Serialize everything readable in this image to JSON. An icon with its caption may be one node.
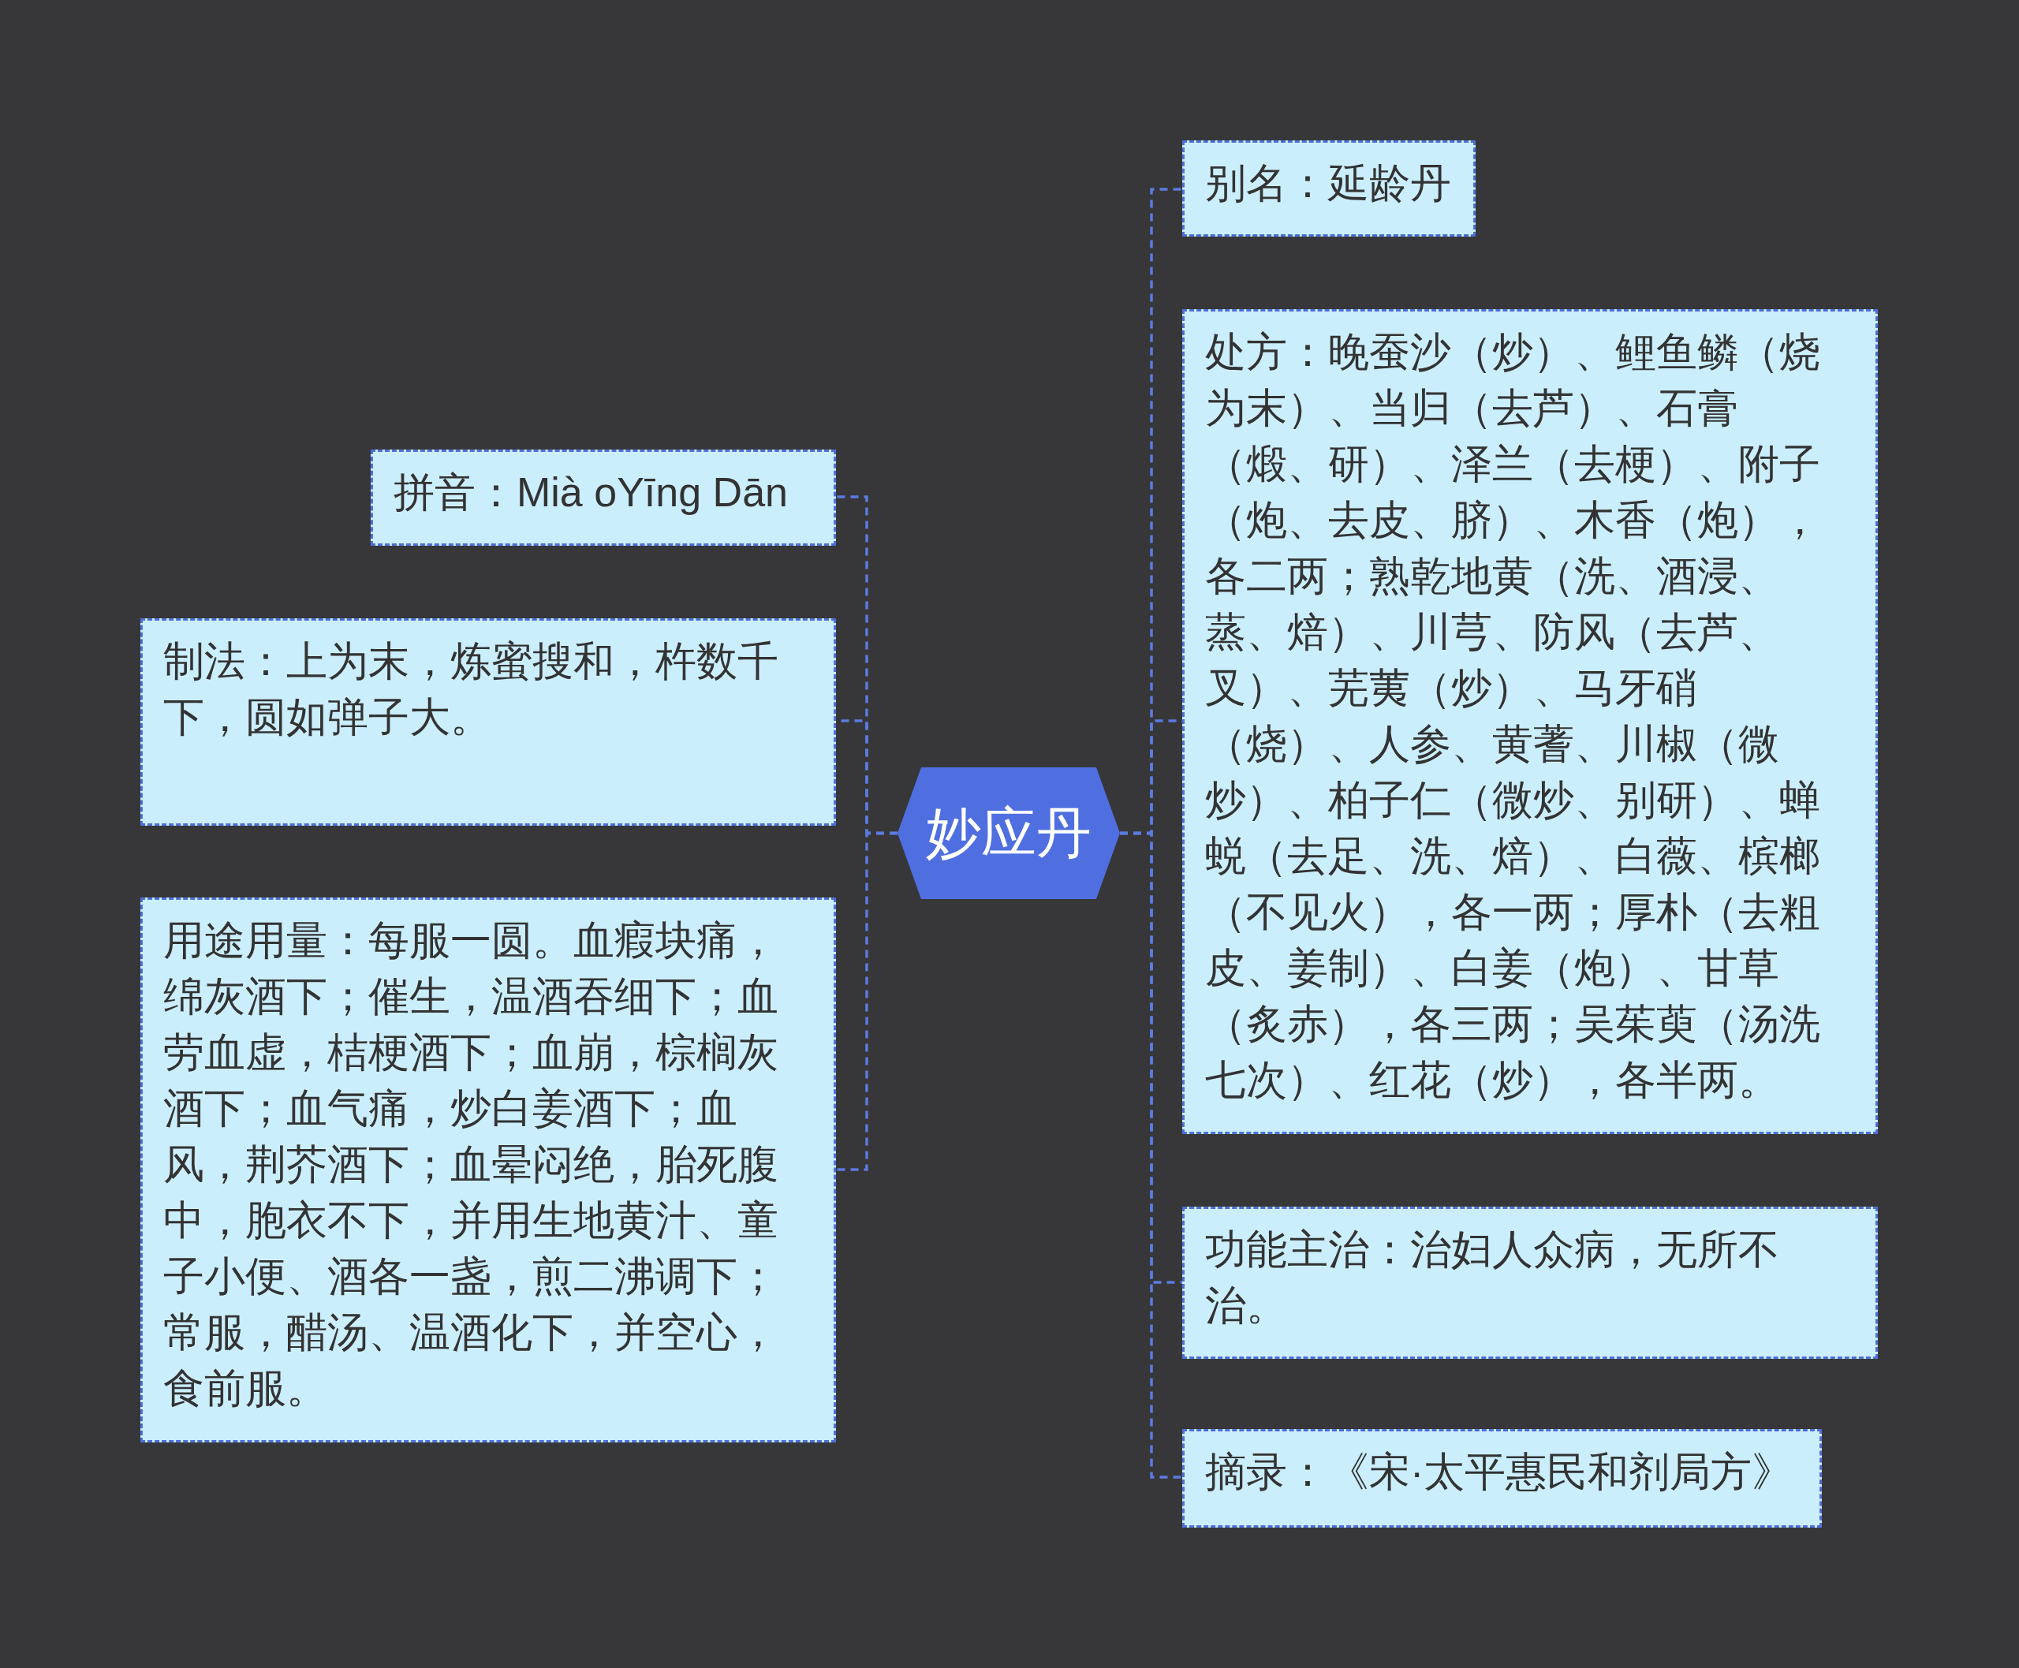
{
  "diagram": {
    "nodes": [
      {
        "text": [
          "妙应丹"
        ]
      },
      {
        "text": [
          "拼音：Mià oYīng Dān"
        ]
      },
      {
        "text": [
          "制法：上为末，炼蜜搜和，杵数千下，圆如弹子大。"
        ]
      },
      {
        "text": [
          "用途用量：每服一圆。血瘕块痛，绵灰酒下；催生，温酒吞细下；血劳血虚，桔梗酒下；血崩，棕榈灰酒下；血气痛，炒白姜酒下；血风，荆芥酒下；血晕闷绝，胎死腹中，胞衣不下，并用生地黄汁、童子小便、酒各一盏，煎二沸调下；常服，醋汤、温酒化下，并空心，食前服。"
        ]
      },
      {
        "text": [
          "别名：延龄丹"
        ]
      },
      {
        "text": [
          "处方：晚蚕沙（炒）、鲤鱼鳞（烧为末）、当归（去芦）、石膏（煅、研）、泽兰（去梗）、附子（炮、去皮、脐）、木香（炮），各二两；熟乾地黄（洗、酒浸、蒸、焙）、川芎、防风（去芦、叉）、芜荑（炒）、马牙硝（烧）、人参、黄蓍、川椒（微炒）、柏子仁（微炒、别研）、蝉蜕（去足、洗、焙）、白薇、槟榔（不见火），各一两；厚朴（去粗皮、姜制）、白姜（炮）、甘草（炙赤），各三两；吴茱萸（汤洗七次）、红花（炒），各半两。"
        ]
      },
      {
        "text": [
          "功能主治：治妇人众病，无所不治。"
        ]
      },
      {
        "text": [
          "摘录：《宋·太平惠民和剂局方》"
        ]
      }
    ],
    "edges": [
      {
        "from": 0,
        "to": 1,
        "arrow": "none"
      },
      {
        "from": 0,
        "to": 2,
        "arrow": "none"
      },
      {
        "from": 0,
        "to": 3,
        "arrow": "none"
      },
      {
        "from": 0,
        "to": 4,
        "arrow": "none"
      },
      {
        "from": 0,
        "to": 5,
        "arrow": "none"
      },
      {
        "from": 0,
        "to": 6,
        "arrow": "none"
      },
      {
        "from": 0,
        "to": 7,
        "arrow": "none"
      }
    ]
  }
}
